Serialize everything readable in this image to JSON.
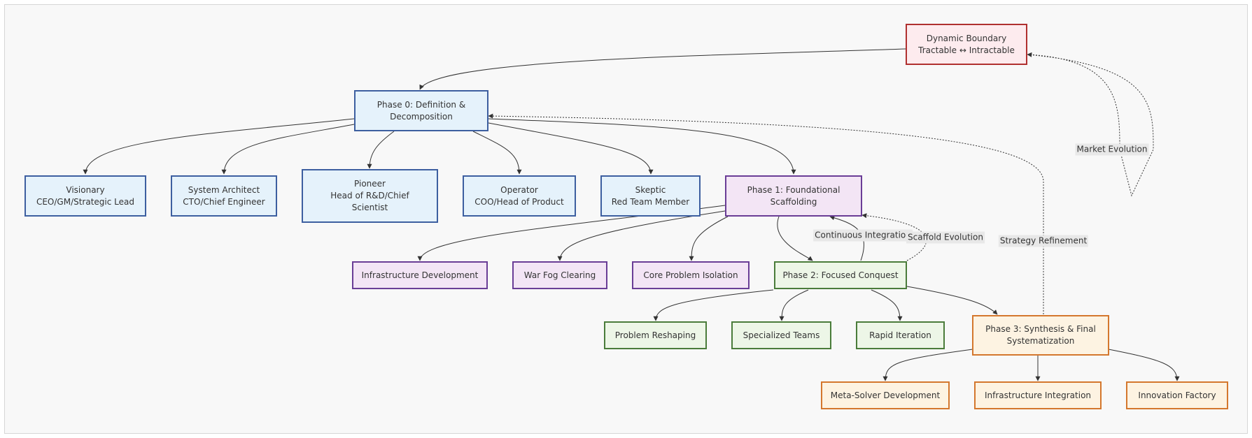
{
  "diagram": {
    "colors": {
      "blue_fill": "#e5f2fb",
      "blue_border": "#3d5fa0",
      "red_fill": "#fdebee",
      "red_border": "#b0302f",
      "purple_fill": "#f3e5f5",
      "purple_border": "#6a3d96",
      "green_fill": "#edf6e7",
      "green_border": "#4a7c3a",
      "orange_fill": "#fdf3e2",
      "orange_border": "#d4772d",
      "edge": "#333333"
    },
    "nodes": {
      "boundary": "Dynamic Boundary\nTractable ↔ Intractable",
      "phase0": "Phase 0: Definition &\nDecomposition",
      "visionary": "Visionary\nCEO/GM/Strategic Lead",
      "architect": "System Architect\nCTO/Chief Engineer",
      "pioneer": "Pioneer\nHead of R&D/Chief\nScientist",
      "operator": "Operator\nCOO/Head of Product",
      "skeptic": "Skeptic\nRed Team Member",
      "phase1": "Phase 1: Foundational\nScaffolding",
      "infra_dev": "Infrastructure Development",
      "war_fog": "War Fog Clearing",
      "core_iso": "Core Problem Isolation",
      "phase2": "Phase 2: Focused Conquest",
      "reshaping": "Problem Reshaping",
      "teams": "Specialized Teams",
      "rapid": "Rapid Iteration",
      "phase3": "Phase 3: Synthesis & Final\nSystematization",
      "meta": "Meta-Solver Development",
      "infra_int": "Infrastructure Integration",
      "factory": "Innovation Factory"
    },
    "edge_labels": {
      "market": "Market Evolution",
      "continuous": "Continuous Integration",
      "scaffold": "Scaffold Evolution",
      "strategy": "Strategy Refinement"
    }
  }
}
